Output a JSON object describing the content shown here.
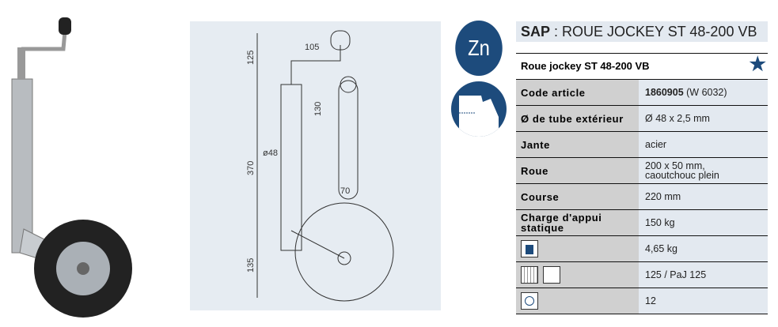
{
  "badge": {
    "material": "Zn"
  },
  "drawing": {
    "dimensions": [
      "105",
      "125",
      "130",
      "370",
      "ø48",
      "70",
      "135"
    ]
  },
  "product": {
    "title_prefix": "SAP",
    "title_sep": " : ",
    "title": "ROUE JOCKEY ST 48-200 VB",
    "subtitle": "Roue jockey ST 48-200 VB",
    "accent": "#1d4b7c"
  },
  "specs": [
    {
      "label": "Code article",
      "value_bold": "1860905",
      "value": " (W 6032)"
    },
    {
      "label": "Ø de tube extérieur",
      "value": "Ø 48 x 2,5 mm"
    },
    {
      "label": "Jante",
      "value": "acier"
    },
    {
      "label": "Roue",
      "value": "200 x 50 mm,\ncaoutchouc plein"
    },
    {
      "label": "Course",
      "value": "220 mm"
    },
    {
      "label": "Charge d'appui statique",
      "value": "150 kg"
    },
    {
      "icon": "weight-icon",
      "value": "4,65 kg"
    },
    {
      "icon": "pallet-icon",
      "value": "125 / PaJ 125"
    },
    {
      "icon": "watch-icon",
      "value": "12"
    }
  ]
}
